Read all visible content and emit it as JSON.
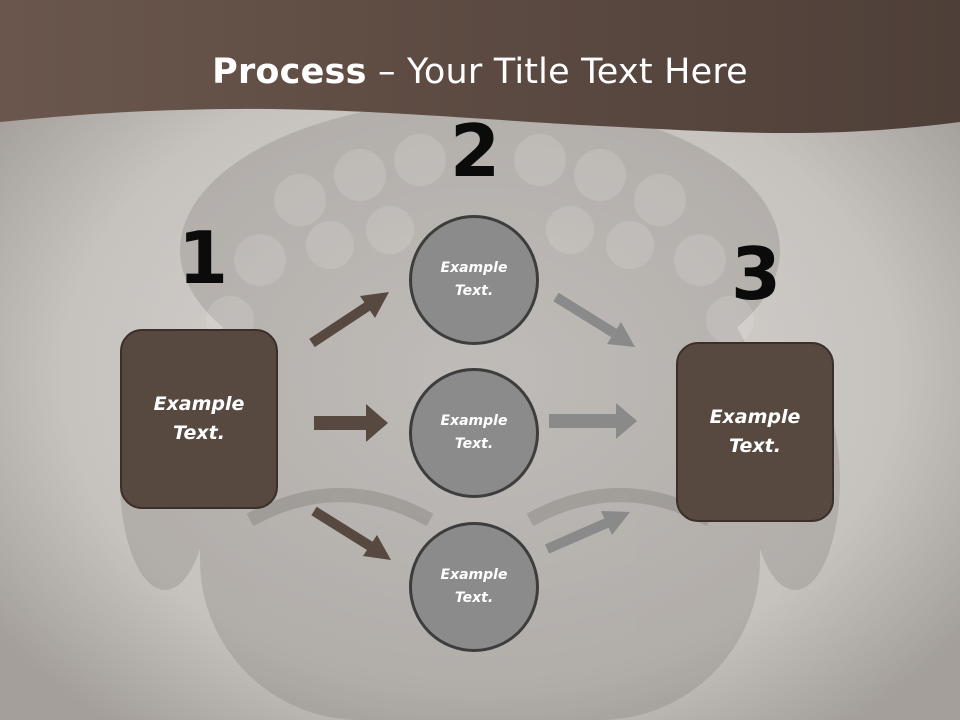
{
  "slide": {
    "title_bold": "Process",
    "title_rest": " – Your Title Text Here",
    "steps": [
      {
        "number": "1",
        "line1": "Example",
        "line2": "Text."
      },
      {
        "number": "2",
        "line1": "Example",
        "line2": "Text."
      },
      {
        "number": "3",
        "line1": "Example",
        "line2": "Text."
      }
    ],
    "circles": [
      {
        "line1": "Example",
        "line2": "Text."
      },
      {
        "line1": "Example",
        "line2": "Text."
      },
      {
        "line1": "Example",
        "line2": "Text."
      }
    ]
  },
  "colors": {
    "header": "#5e4d45",
    "box_fill": "#574840",
    "circle_fill": "#8b8b8b",
    "arrow_dark": "#574840",
    "arrow_light": "#8a8a8a",
    "number_text": "#0b0b0b"
  }
}
